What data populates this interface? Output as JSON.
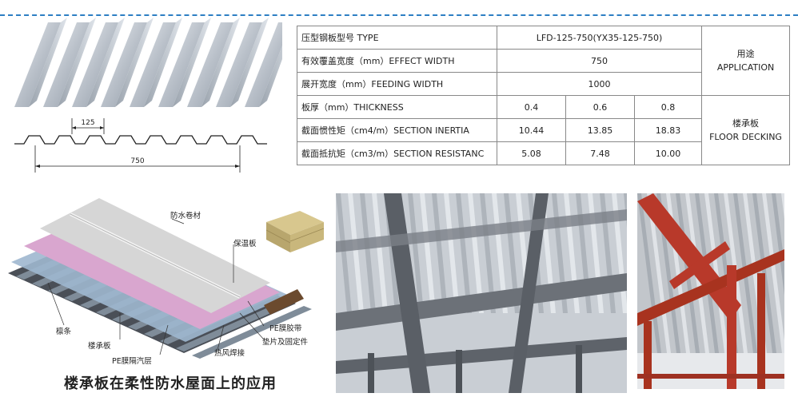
{
  "spec_table": {
    "rows": [
      {
        "label": "压型钢板型号 TYPE",
        "value": "LFD-125-750(YX35-125-750)"
      },
      {
        "label": "有效覆盖宽度（mm）EFFECT WIDTH",
        "value": "750"
      },
      {
        "label": "展开宽度（mm）FEEDING WIDTH",
        "value": "1000"
      },
      {
        "label": "板厚（mm）THICKNESS",
        "values": [
          "0.4",
          "0.6",
          "0.8"
        ]
      },
      {
        "label": "截面惯性矩（cm4/m）SECTION INERTIA",
        "values": [
          "10.44",
          "13.85",
          "18.83"
        ]
      },
      {
        "label": "截面抵抗矩（cm3/m）SECTION RESISTANC",
        "values": [
          "5.08",
          "7.48",
          "10.00"
        ]
      }
    ],
    "application_header_cn": "用途",
    "application_header_en": "APPLICATION",
    "application_cn": "楼承板",
    "application_en": "FLOOR DECKING"
  },
  "profile_drawing": {
    "pitch_label": "125",
    "width_label": "750"
  },
  "layer_diagram": {
    "labels": {
      "waterproof_membrane": "防水卷材",
      "insulation_board": "保温板",
      "purlin": "檩条",
      "floor_deck": "楼承板",
      "pe_vapor_barrier": "PE膜隔汽层",
      "pe_tape": "PE膜胶带",
      "gasket_fastener": "垫片及固定件",
      "hot_air_welding": "热风焊接"
    },
    "caption": "楼承板在柔性防水屋面上的应用"
  },
  "colors": {
    "dash_line": "#2d7fc3",
    "steel_beam_red": "#b8392a",
    "membrane_pink": "#d9a6cf",
    "membrane_grey": "#d6d6d6"
  }
}
